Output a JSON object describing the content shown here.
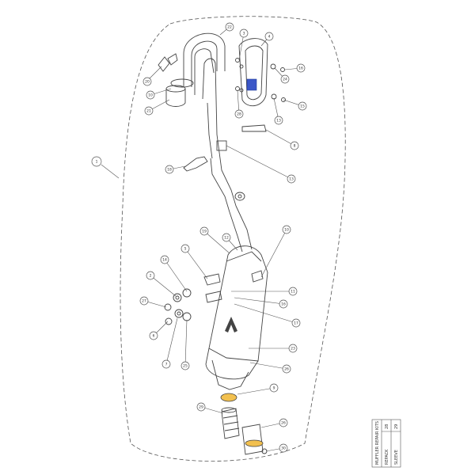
{
  "kit_label": "1",
  "callouts": [
    {
      "id": "c1",
      "label": "20"
    },
    {
      "id": "c2",
      "label": "10"
    },
    {
      "id": "c3",
      "label": "21"
    },
    {
      "id": "c4",
      "label": "22"
    },
    {
      "id": "c5",
      "label": "3"
    },
    {
      "id": "c6",
      "label": "4"
    },
    {
      "id": "c7",
      "label": "16"
    },
    {
      "id": "c8",
      "label": "24"
    },
    {
      "id": "c9",
      "label": "15"
    },
    {
      "id": "c10",
      "label": "13"
    },
    {
      "id": "c11",
      "label": "28"
    },
    {
      "id": "c12",
      "label": "8"
    },
    {
      "id": "c13",
      "label": "18"
    },
    {
      "id": "c14",
      "label": "13"
    },
    {
      "id": "c15",
      "label": "19"
    },
    {
      "id": "c16",
      "label": "12"
    },
    {
      "id": "c17",
      "label": "10"
    },
    {
      "id": "c18",
      "label": "5"
    },
    {
      "id": "c19",
      "label": "14"
    },
    {
      "id": "c20",
      "label": "2"
    },
    {
      "id": "c21",
      "label": "11"
    },
    {
      "id": "c22",
      "label": "27"
    },
    {
      "id": "c23",
      "label": "16"
    },
    {
      "id": "c24",
      "label": "6"
    },
    {
      "id": "c25",
      "label": "17"
    },
    {
      "id": "c26",
      "label": "7"
    },
    {
      "id": "c27",
      "label": "25"
    },
    {
      "id": "c28",
      "label": "23"
    },
    {
      "id": "c29",
      "label": "26"
    },
    {
      "id": "c30",
      "label": "9"
    },
    {
      "id": "c31",
      "label": "29"
    },
    {
      "id": "c32",
      "label": "26"
    },
    {
      "id": "c33",
      "label": "30"
    }
  ],
  "table": {
    "title": "MUFFLER REPAIR KITS",
    "rows": [
      {
        "name": "REPACK",
        "number": "28"
      },
      {
        "name": "SLEEVE",
        "number": "29"
      }
    ]
  }
}
